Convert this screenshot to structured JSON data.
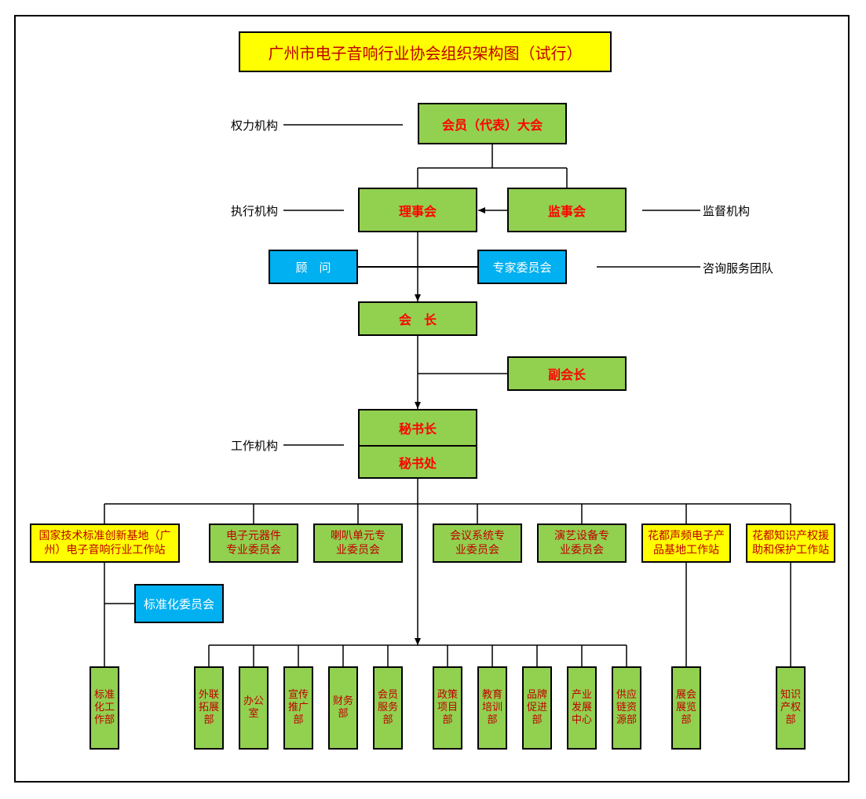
{
  "title": "广州市电子音响行业协会组织架构图（试行）",
  "labels": {
    "power": "权力机构",
    "exec": "执行机构",
    "supervise": "监督机构",
    "advisory": "咨询服务团队",
    "work": "工作机构"
  },
  "nodes": {
    "assembly": "会员（代表）大会",
    "council": "理事会",
    "supervisors": "监事会",
    "advisor": "顾　问",
    "experts": "专家委员会",
    "president": "会　长",
    "vice_president": "副会长",
    "secretary_general": "秘书长",
    "secretariat": "秘书处"
  },
  "committees": [
    "国家技术标准创新基地（广州）电子音响行业工作站",
    "电子元器件专业委员会",
    "喇叭单元专业委员会",
    "会议系统专业委员会",
    "演艺设备专业委员会",
    "花都声频电子产品基地工作站",
    "花都知识产权援助和保护工作站"
  ],
  "standardization_committee": "标准化委员会",
  "departments": [
    "标准化工作部",
    "外联拓展部",
    "办公室",
    "宣传推广部",
    "财务部",
    "会员服务部",
    "政策项目部",
    "教育培训部",
    "品牌促进部",
    "产业发展中心",
    "供应链资源部",
    "展会展览部",
    "知识产权部"
  ],
  "colors": {
    "green": "#92d050",
    "yellow": "#ffff00",
    "blue": "#00b0f0",
    "red": "#ff0000"
  }
}
